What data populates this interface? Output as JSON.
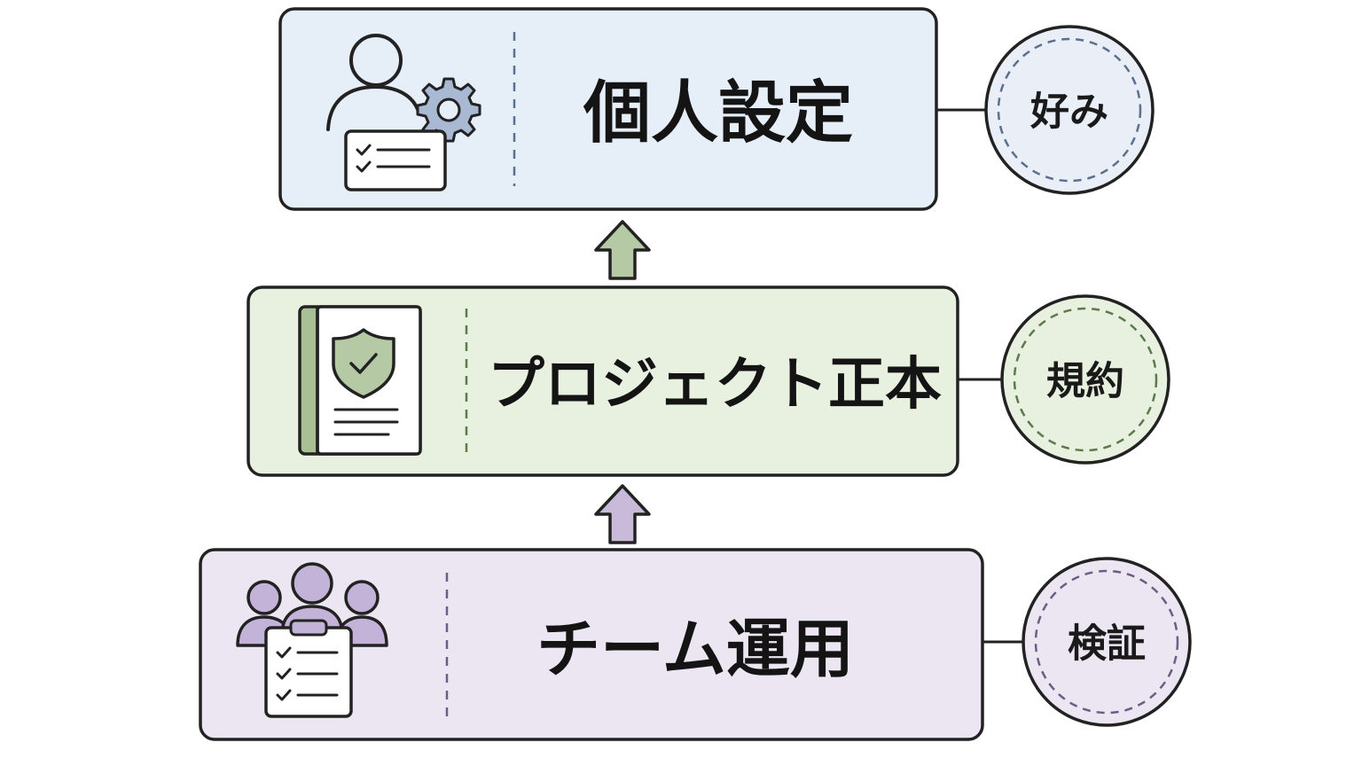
{
  "layers": [
    {
      "title": "個人設定",
      "badge": "好み",
      "fill": "#e6eef8",
      "accent": "#5b6f8f",
      "badge_fill": "#e9eef7",
      "icon": "user-settings-icon"
    },
    {
      "title": "プロジェクト正本",
      "badge": "規約",
      "fill": "#e8f0e0",
      "accent": "#5c7a4a",
      "badge_fill": "#e8f0df",
      "icon": "shield-book-icon"
    },
    {
      "title": "チーム運用",
      "badge": "検証",
      "fill": "#ece6f3",
      "accent": "#6b5d86",
      "badge_fill": "#ece6f3",
      "icon": "team-checklist-icon"
    }
  ],
  "arrows": [
    {
      "from": "プロジェクト正本",
      "to": "個人設定",
      "color": "#b5c9a4"
    },
    {
      "from": "チーム運用",
      "to": "プロジェクト正本",
      "color": "#c9bad9"
    }
  ]
}
